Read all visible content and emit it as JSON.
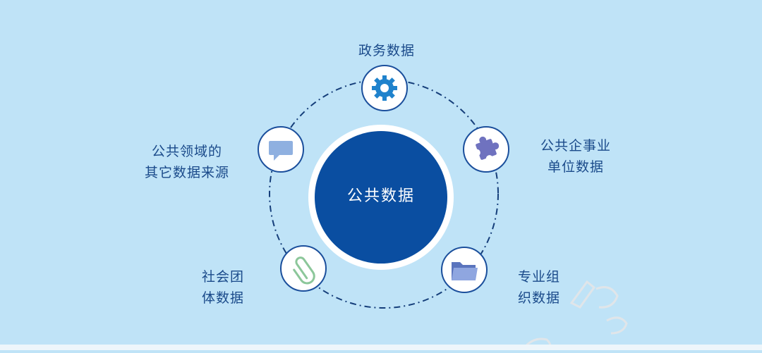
{
  "center": {
    "label": "公共数据"
  },
  "nodes": [
    {
      "id": "gov",
      "icon": "gear-icon",
      "lines": [
        "政务数据"
      ]
    },
    {
      "id": "public-institution",
      "icon": "puzzle-icon",
      "lines": [
        "公共企事业",
        "单位数据"
      ]
    },
    {
      "id": "professional-org",
      "icon": "folder-icon",
      "lines": [
        "专业组",
        "织数据"
      ]
    },
    {
      "id": "social-group",
      "icon": "paperclip-icon",
      "lines": [
        "社会团",
        "体数据"
      ]
    },
    {
      "id": "other-public",
      "icon": "chat-bubble-icon",
      "lines": [
        "公共领域的",
        "其它数据来源"
      ]
    }
  ],
  "colors": {
    "background": "#bfe3f7",
    "dark_blue": "#0a4ea1",
    "node_border": "#1b4f9c",
    "gear": "#1f82cc",
    "puzzle": "#6f72bf",
    "folder": "#7f97d6",
    "paperclip": "#8cc79a",
    "chat": "#8fb0e0",
    "text": "#1a4a8a"
  }
}
